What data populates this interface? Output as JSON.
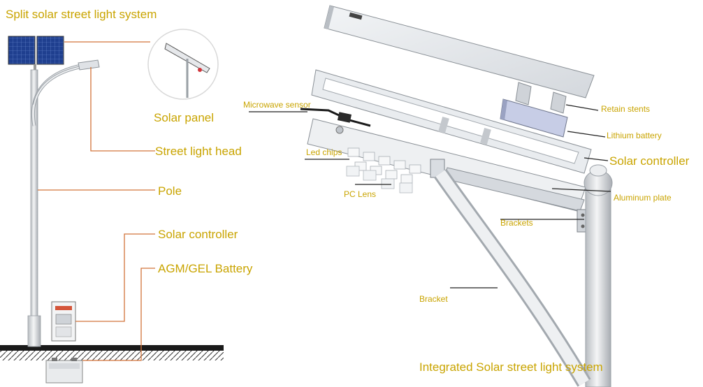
{
  "left": {
    "title": "Split solar street light system",
    "labels": {
      "solar_panel": "Solar panel",
      "street_light_head": "Street light head",
      "pole": "Pole",
      "solar_controller": "Solar controller",
      "battery": "AGM/GEL Battery"
    }
  },
  "right": {
    "title": "Integrated Solar street light system",
    "labels": {
      "microwave_sensor": "Microwave sensor",
      "retain_stents": "Retain stents",
      "lithium_battery": "Lithium battery",
      "solar_controller": "Solar controller",
      "led_chips": "Led chips",
      "pc_lens": "PC Lens",
      "aluminum_plate": "Aluminum plate",
      "brackets": "Brackets",
      "bracket": "Bracket"
    }
  },
  "colors": {
    "label_text": "#c9a400",
    "leader_split": "#d2733a",
    "leader_integrated": "#222222",
    "panel_blue": "#1f3f8f",
    "pole_gray": "#d6d8db"
  }
}
